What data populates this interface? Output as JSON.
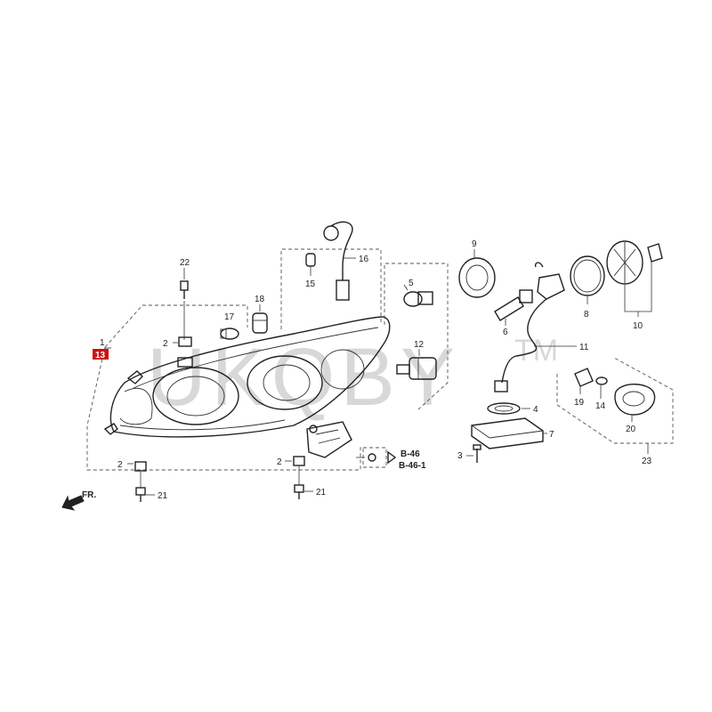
{
  "watermark": {
    "text": "UKQBY",
    "tm": "TM"
  },
  "highlight": {
    "label": "13",
    "color": "#cc1111"
  },
  "parts": {
    "p1": "1",
    "p2a": "2",
    "p2b": "2",
    "p2c": "2",
    "p3": "3",
    "p4": "4",
    "p5": "5",
    "p6": "6",
    "p7": "7",
    "p8": "8",
    "p9": "9",
    "p10": "10",
    "p11": "11",
    "p12": "12",
    "p14": "14",
    "p15": "15",
    "p16": "16",
    "p17": "17",
    "p18": "18",
    "p19": "19",
    "p20": "20",
    "p21a": "21",
    "p21b": "21",
    "p22": "22",
    "p23": "23"
  },
  "references": {
    "ref1": "B-46",
    "ref2": "B-46-1"
  },
  "direction": {
    "label": "FR."
  }
}
